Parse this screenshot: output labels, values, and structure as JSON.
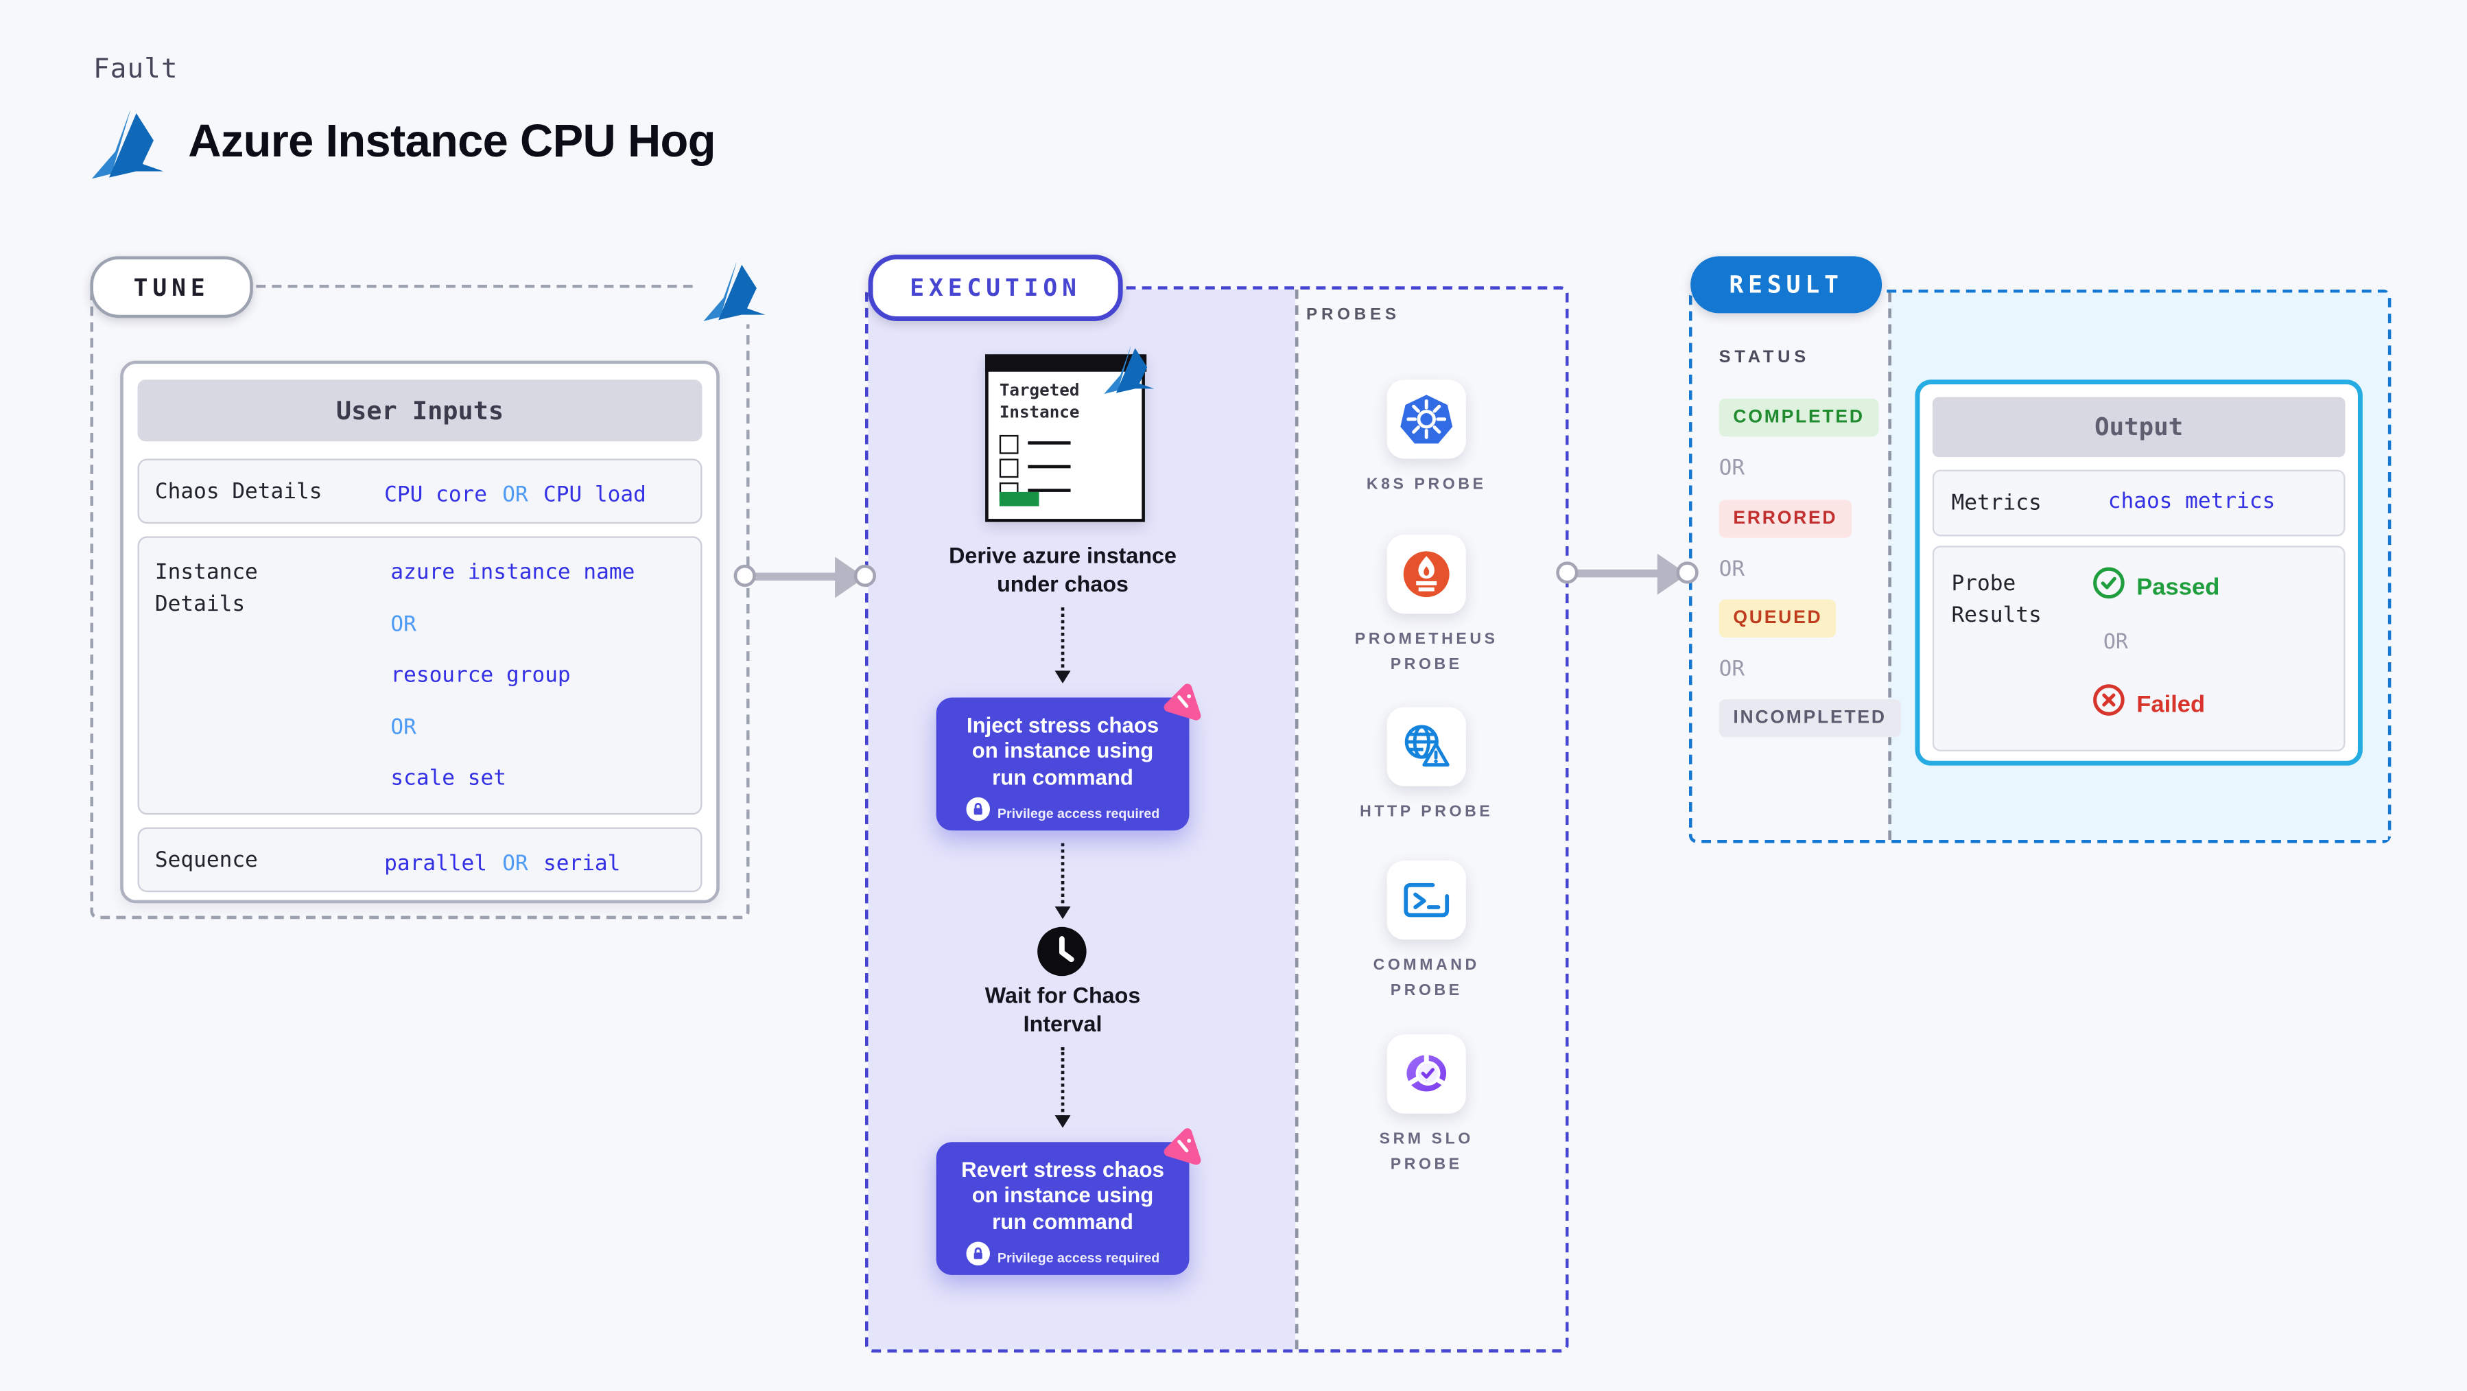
{
  "or": "OR",
  "header": {
    "kind_label": "Fault",
    "title": "Azure Instance CPU Hog"
  },
  "tune": {
    "badge": "TUNE",
    "table_header": "User Inputs",
    "chaos_row": {
      "label": "Chaos Details",
      "value1": "CPU core",
      "value2": "CPU load"
    },
    "instance_row": {
      "label": "Instance Details",
      "value1": "azure instance name",
      "value2": "resource group",
      "value3": "scale set"
    },
    "sequence_row": {
      "label": "Sequence",
      "value1": "parallel",
      "value2": "serial"
    }
  },
  "execution": {
    "badge": "EXECUTION",
    "target_window_title": "Targeted Instance",
    "derive_label": "Derive azure instance under chaos",
    "inject_label": "Inject stress chaos on instance using run command",
    "wait_label": "Wait for Chaos Interval",
    "revert_label": "Revert stress chaos on instance using run command",
    "privilege_note": "Privilege access required"
  },
  "probes": {
    "label": "PROBES",
    "items": [
      {
        "name": "K8S PROBE"
      },
      {
        "name": "PROMETHEUS PROBE"
      },
      {
        "name": "HTTP PROBE"
      },
      {
        "name": "COMMAND PROBE"
      },
      {
        "name": "SRM SLO PROBE"
      }
    ]
  },
  "result": {
    "badge": "RESULT",
    "status_label": "STATUS",
    "statuses": [
      {
        "label": "COMPLETED",
        "color": "#1F8A2E"
      },
      {
        "label": "ERRORED",
        "color": "#C22F2F"
      },
      {
        "label": "QUEUED",
        "color": "#BF3D1E"
      },
      {
        "label": "INCOMPLETED",
        "color": "#5C5C70"
      }
    ],
    "output": {
      "header": "Output",
      "metrics_label": "Metrics",
      "metrics_value": "chaos metrics",
      "probe_results_label": "Probe Results",
      "passed": "Passed",
      "failed": "Failed"
    }
  },
  "colors": {
    "page_bg": "#F7F8FB",
    "accent_indigo": "#4645D1",
    "execution_bg": "#E4E4FA",
    "action_box": "#4B49DC",
    "value_blue": "#3431E4",
    "or_blue": "#4D9BF5",
    "result_blue": "#1478D2",
    "result_bg": "#E9F6FD",
    "output_border": "#25ACE3",
    "pink_icon": "#F8579B",
    "azure_blue_dark": "#1069B8",
    "azure_blue_light": "#2E86D0",
    "k8s_blue": "#326CE5",
    "prometheus_orange": "#E6522C",
    "probe_blue": "#1583DC",
    "srm_purple": "#8A5CF0",
    "passed_green": "#1E9E3C",
    "failed_red": "#D7342B",
    "target_green": "#169245"
  }
}
